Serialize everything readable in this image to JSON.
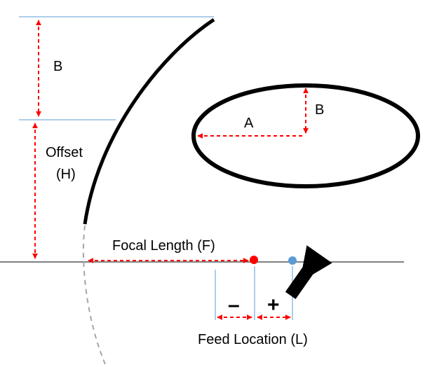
{
  "labels": {
    "b_offset": "B",
    "offset_line1": "Offset",
    "offset_line2": "(H)",
    "ellipse_a": "A",
    "ellipse_b": "B",
    "focal_length": "Focal Length (F)",
    "minus": "–",
    "plus": "+",
    "feed_location": "Feed Location (L)"
  },
  "colors": {
    "dimension": "#ff0000",
    "guide": "#5b9bd5",
    "reflector": "#000000",
    "continuation": "#a6a6a6",
    "focal_point": "#ff0000",
    "feed_point": "#5b9bd5",
    "feed_horn": "#000000"
  },
  "icons": {
    "feed_horn": "feed-horn-icon"
  }
}
